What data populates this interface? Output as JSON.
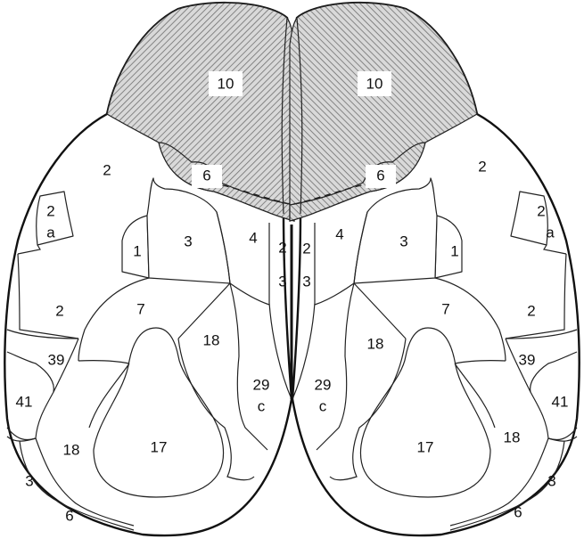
{
  "labels": {
    "l10": "10",
    "r10": "10",
    "l6_front": "6",
    "r6_front": "6",
    "l2_top": "2",
    "r2_top": "2",
    "l2a_num": "2",
    "l2a_sub": "a",
    "r2a_num": "2",
    "r2a_sub": "a",
    "l1": "1",
    "r1": "1",
    "l3": "3",
    "r3": "3",
    "l4": "4",
    "r4": "4",
    "l2_mid": "2",
    "r2_mid": "2",
    "l3_mid": "3",
    "r3_mid": "3",
    "l2_side": "2",
    "r2_side": "2",
    "l7": "7",
    "r7": "7",
    "l39": "39",
    "r39": "39",
    "l18_inner": "18",
    "r18_inner": "18",
    "l29c_num": "29",
    "l29c_sub": "c",
    "r29c_num": "29",
    "r29c_sub": "c",
    "l41": "41",
    "r41": "41",
    "l17": "17",
    "r17": "17",
    "l18_outer": "18",
    "r18_outer": "18",
    "l3_bottom": "3",
    "r3_bottom": "3",
    "l6_bottom": "6",
    "r6_bottom": "6"
  },
  "colors": {
    "stroke": "#222222",
    "hatch": "#8a8a8a",
    "background": "#ffffff"
  }
}
